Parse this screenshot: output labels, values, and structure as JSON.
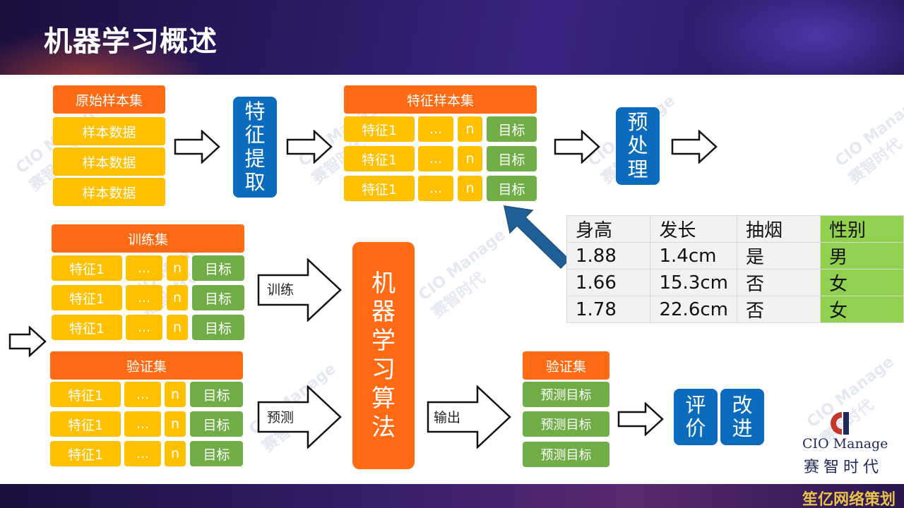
{
  "title": "机器学习概述",
  "footer_tag": "笙亿网络策划",
  "raw": {
    "header": "原始样本集",
    "rows": [
      "样本数据",
      "样本数据",
      "样本数据"
    ]
  },
  "extract": {
    "chars": [
      "特",
      "征",
      "提",
      "取"
    ]
  },
  "feature_set": {
    "header": "特征样本集",
    "rows": [
      {
        "f": "特征1",
        "dots": "...",
        "n": "n",
        "t": "目标"
      },
      {
        "f": "特征1",
        "dots": "...",
        "n": "n",
        "t": "目标"
      },
      {
        "f": "特征1",
        "dots": "...",
        "n": "n",
        "t": "目标"
      }
    ]
  },
  "preprocess": {
    "chars": [
      "预",
      "处",
      "理"
    ]
  },
  "train_set": {
    "header": "训练集",
    "rows": [
      {
        "f": "特征1",
        "dots": "...",
        "n": "n",
        "t": "目标"
      },
      {
        "f": "特征1",
        "dots": "...",
        "n": "n",
        "t": "目标"
      },
      {
        "f": "特征1",
        "dots": "...",
        "n": "n",
        "t": "目标"
      }
    ]
  },
  "valid_set": {
    "header": "验证集",
    "rows": [
      {
        "f": "特征1",
        "dots": "...",
        "n": "n",
        "t": "目标"
      },
      {
        "f": "特征1",
        "dots": "...",
        "n": "n",
        "t": "目标"
      },
      {
        "f": "特征1",
        "dots": "...",
        "n": "n",
        "t": "目标"
      }
    ]
  },
  "arrows": {
    "train": "训练",
    "predict": "预测",
    "output": "输出"
  },
  "ml": {
    "chars": [
      "机",
      "器",
      "学",
      "习",
      "算",
      "法"
    ]
  },
  "valid_out": {
    "header": "验证集",
    "rows": [
      "预测目标",
      "预测目标",
      "预测目标"
    ]
  },
  "evaluate": {
    "chars": [
      "评",
      "价"
    ]
  },
  "improve": {
    "chars": [
      "改",
      "进"
    ]
  },
  "table": {
    "headers": [
      "身高",
      "发长",
      "抽烟",
      "性别"
    ],
    "rows": [
      [
        "1.88",
        "1.4cm",
        "是",
        "男"
      ],
      [
        "1.66",
        "15.3cm",
        "否",
        "女"
      ],
      [
        "1.78",
        "22.6cm",
        "否",
        "女"
      ]
    ]
  },
  "logo": {
    "cio": "CIO",
    "manage": "Manage",
    "cn": "赛智时代"
  },
  "watermark": {
    "en": "CIO Manage",
    "cn": "赛智时代"
  },
  "colors": {
    "orange": "#ff6a12",
    "yellow": "#ffc000",
    "green": "#70ad47",
    "blue": "#0b6bbd",
    "table_highlight": "#92d050"
  }
}
